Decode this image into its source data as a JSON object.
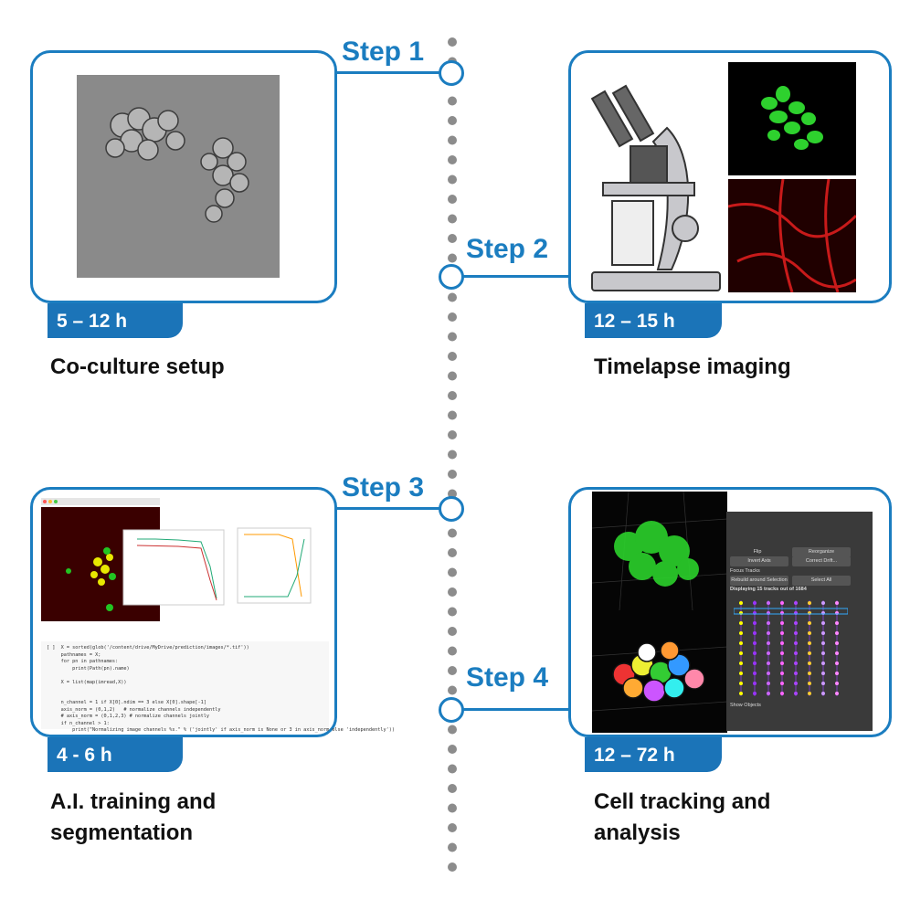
{
  "steps": [
    {
      "label": "Step 1",
      "duration": "5 – 12 h",
      "caption": "Co-culture setup"
    },
    {
      "label": "Step 2",
      "duration": "12 – 15 h",
      "caption": "Timelapse imaging"
    },
    {
      "label": "Step 3",
      "duration": "4 - 6 h",
      "caption_line1": "A.I. training and",
      "caption_line2": "segmentation"
    },
    {
      "label": "Step 4",
      "duration": "12 – 72 h",
      "caption_line1": "Cell tracking and",
      "caption_line2": "analysis"
    }
  ],
  "code_lines": [
    "[ ]  X = sorted(glob('/content/drive/MyDrive/prediction/images/*.tif'))",
    "     pathnames = X;",
    "     for pn in pathnames:",
    "         print(Path(pn).name)",
    "",
    "     X = list(map(imread,X))",
    "",
    "",
    "     n_channel = 1 if X[0].ndim == 3 else X[0].shape[-1]",
    "     axis_norm = (0,1,2)   # normalize channels independently",
    "     # axis_norm = (0,1,2,3) # normalize channels jointly",
    "     if n_channel > 1:",
    "         print(\"Normalizing image channels %s.\" % ('jointly' if axis_norm is None or 3 in axis_norm else 'independently'))"
  ],
  "tracking_panel": {
    "flip": "Flip",
    "reorganize": "Reorganize",
    "invert_axis": "Invert Axis",
    "correct_drift": "Correct Drift...",
    "focus_tracks": "Focus Tracks",
    "rebuild": "Rebuild around Selection",
    "select_all": "Select All",
    "displaying": "Displaying 15 tracks out of 1684",
    "show_objects": "Show Objects"
  },
  "colors": {
    "accent": "#1b7dc0",
    "tag": "#1b74b8",
    "dots": "#8c8c8c"
  }
}
